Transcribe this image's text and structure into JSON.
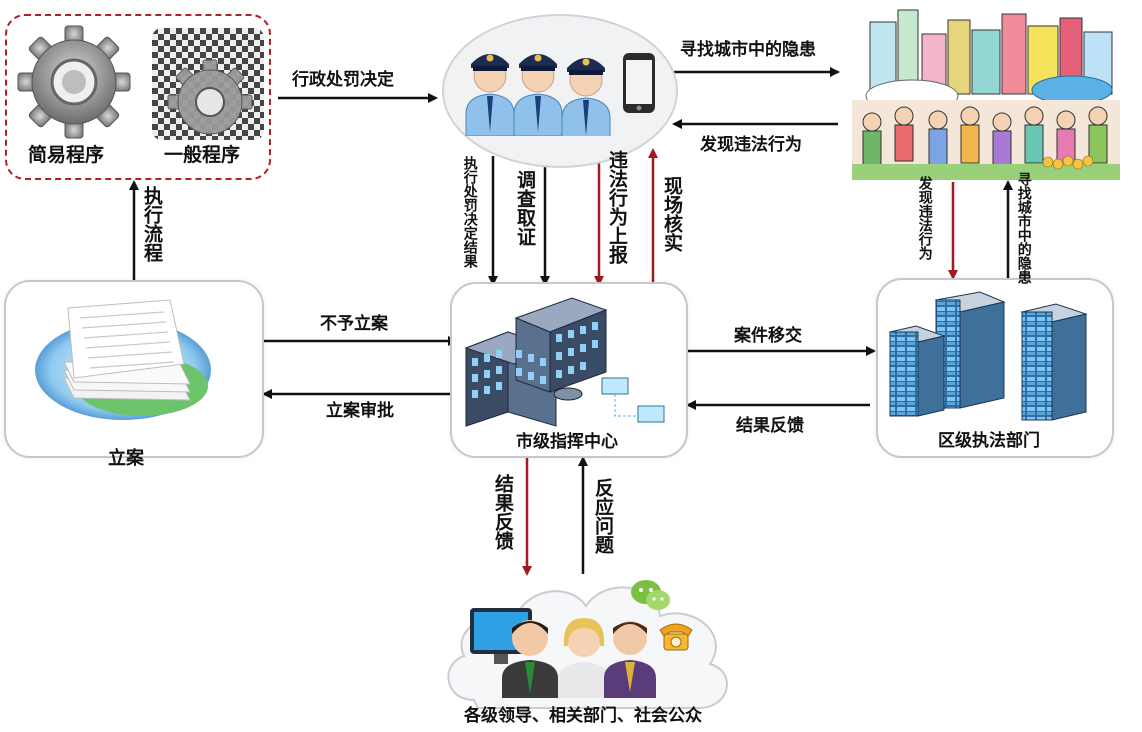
{
  "nodes": {
    "simple_procedure": "简易程序",
    "general_procedure": "一般程序",
    "case_filing": "立案",
    "command_center": "市级指挥中心",
    "district_dept": "区级执法部门",
    "public": "各级领导、相关部门、社会公众"
  },
  "edges": {
    "admin_penalty": "行政处罚决定",
    "find_hazards_top": "寻找城市中的隐患",
    "find_violation_top": "发现违法行为",
    "exec_process": "执行流程",
    "exec_penalty_result": "执行处罚决定结果",
    "investigate": "调查取证",
    "report_violation": "违法行为上报",
    "verify_onsite": "现场核实",
    "find_violation_side": "发现违法行为",
    "find_hazards_side": "寻找城市中的隐患",
    "not_filed": "不予立案",
    "case_approval": "立案审批",
    "case_transfer": "案件移交",
    "result_feedback_right": "结果反馈",
    "result_feedback_bottom": "结果反馈",
    "report_issue": "反应问题"
  },
  "colors": {
    "arrow": "#111111",
    "arrow_red": "#a01820",
    "dashed_border": "#b0202a",
    "box_border": "#c8c8c8"
  },
  "icons": {
    "gear_simple": "gear-icon",
    "gear_general": "gear-grid-icon",
    "police": "police-officers-icon",
    "phone": "mobile-phone-icon",
    "city": "city-street-scene-icon",
    "documents": "document-stack-icon",
    "hq_building": "headquarters-building-icon",
    "district_buildings": "office-buildings-icon",
    "people": "people-group-icon",
    "wechat": "wechat-icon",
    "telephone": "telephone-icon"
  }
}
